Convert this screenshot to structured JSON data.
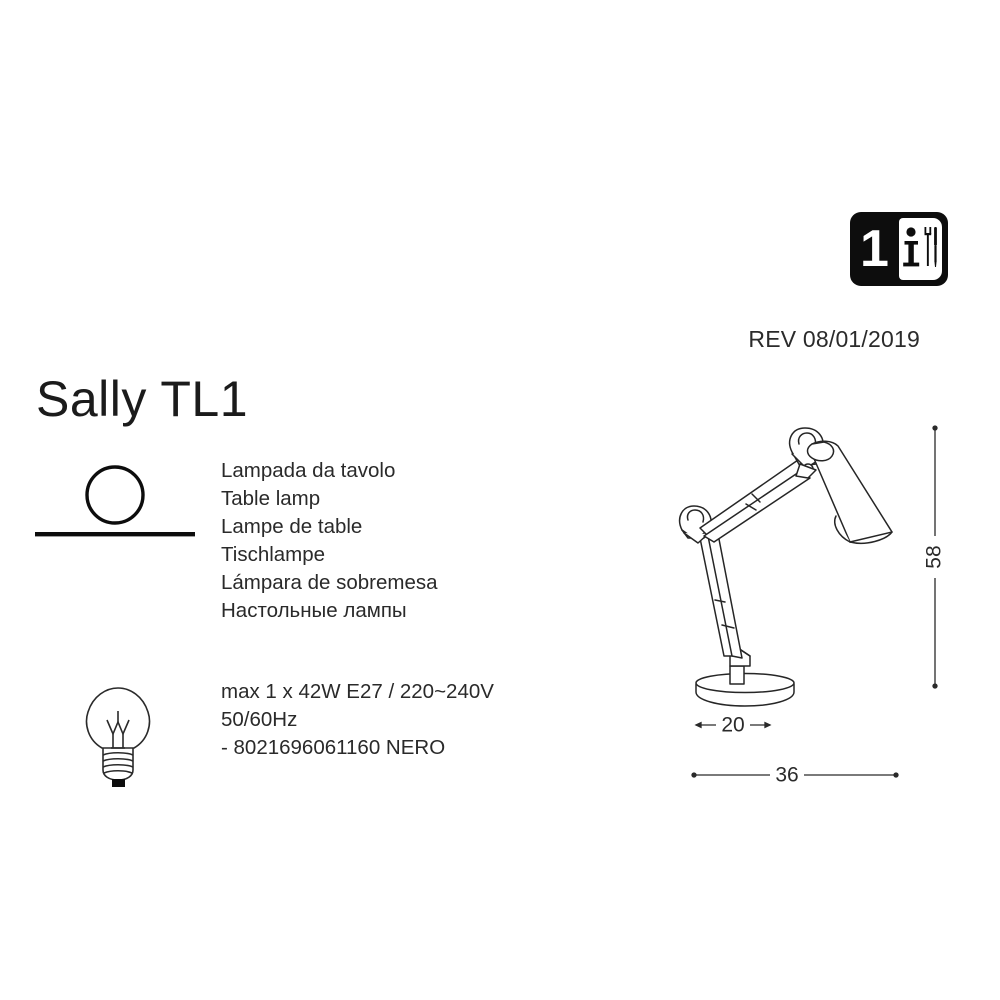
{
  "document": {
    "type": "product-datasheet",
    "background_color": "#ffffff",
    "text_color": "#2a2a2a"
  },
  "badge": {
    "count": "1",
    "info_icon": "info-tools-icon",
    "background_color": "#0d0d0d",
    "panel_color": "#ffffff"
  },
  "revision": {
    "label": "REV 08/01/2019"
  },
  "product": {
    "title": "Sally TL1"
  },
  "pictograms": {
    "table_lamp": "table-lamp-pictogram",
    "bulb": "incandescent-bulb-pictogram"
  },
  "names": [
    {
      "lang": "it",
      "text": "Lampada da tavolo"
    },
    {
      "lang": "en",
      "text": "Table lamp"
    },
    {
      "lang": "fr",
      "text": "Lampe de table"
    },
    {
      "lang": "de",
      "text": "Tischlampe"
    },
    {
      "lang": "es",
      "text": "Lámpara de sobremesa"
    },
    {
      "lang": "ru",
      "text": "Настольные лампы"
    }
  ],
  "specs": [
    {
      "text": "max 1 x 42W E27 / 220~240V"
    },
    {
      "text": "50/60Hz"
    },
    {
      "text": "- 8021696061160 NERO"
    }
  ],
  "dimensions": {
    "height": "58",
    "base_depth": "20",
    "reach_width": "36"
  },
  "illustration": {
    "name": "architect-desk-lamp-line-drawing",
    "stroke_color": "#262626"
  }
}
